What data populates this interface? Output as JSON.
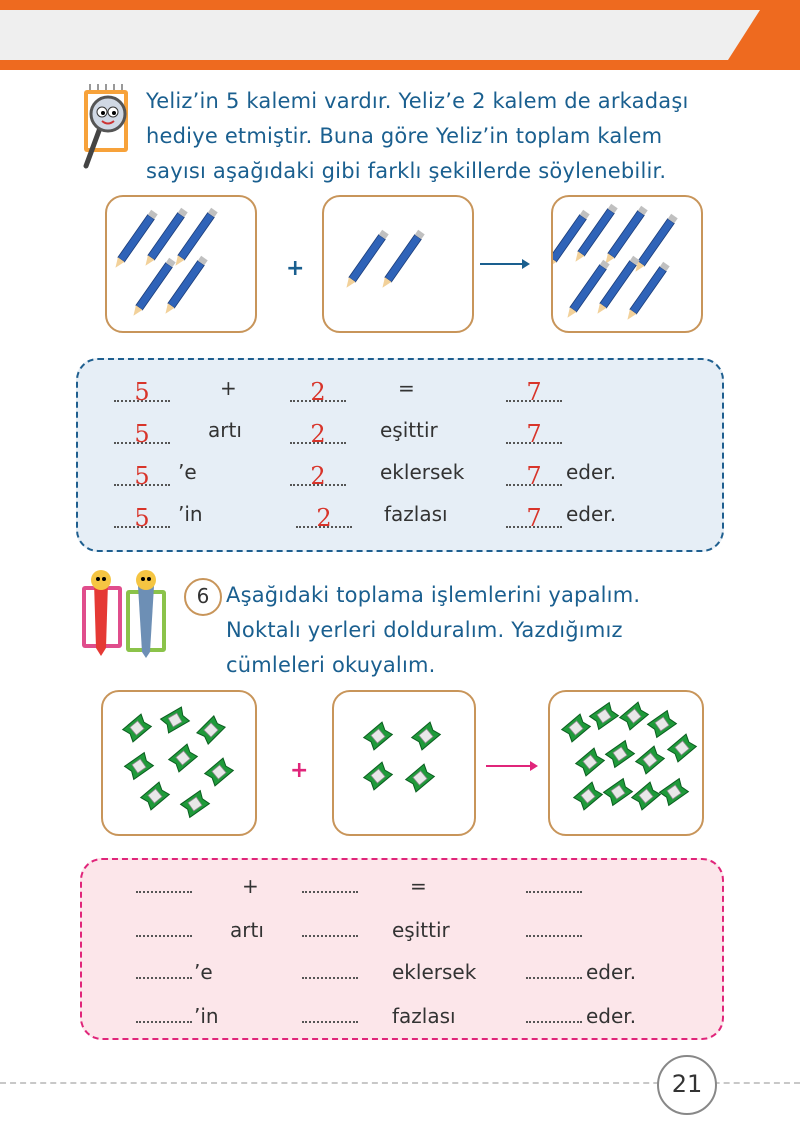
{
  "intro": {
    "lines": [
      "Yeliz’in 5 kalemi vardır. Yeliz’e 2 kalem de arkadaşı",
      "hediye etmiştir. Buna göre Yeliz’in toplam kalem",
      "sayısı aşağıdaki gibi farklı şekillerde söylenebilir."
    ]
  },
  "example": {
    "plus": "+",
    "pencil_counts": {
      "first": 5,
      "second": 2,
      "result": 7
    },
    "rows": [
      {
        "a": "5",
        "op": "+",
        "b": "2",
        "mid": "=",
        "c": "7",
        "end": ""
      },
      {
        "a": "5",
        "op": "artı",
        "b": "2",
        "mid": "eşittir",
        "c": "7",
        "end": ""
      },
      {
        "a": "5",
        "op": "’e",
        "b": "2",
        "mid": "eklersek",
        "c": "7",
        "end": "eder."
      },
      {
        "a": "5",
        "op": "’in",
        "b": "2",
        "mid": "fazlası",
        "c": "7",
        "end": "eder."
      }
    ],
    "panel_bg": "#e6eef6",
    "panel_border": "#1f5f8f",
    "answer_color": "#d8342a"
  },
  "question": {
    "number": "6",
    "lines": [
      "Aşağıdaki toplama işlemlerini yapalım.",
      "Noktalı yerleri dolduralım. Yazdığımız",
      "cümleleri okuyalım."
    ]
  },
  "exercise": {
    "plus": "+",
    "sharpener_counts": {
      "first": 8,
      "second": 4,
      "result": 12
    },
    "rows": [
      {
        "op": "+",
        "mid": "=",
        "end": ""
      },
      {
        "op": "artı",
        "mid": "eşittir",
        "end": ""
      },
      {
        "op": "’e",
        "mid": "eklersek",
        "end": "eder."
      },
      {
        "op": "’in",
        "mid": "fazlası",
        "end": "eder."
      }
    ],
    "panel_bg": "#fce6ea",
    "panel_border": "#e0257a"
  },
  "page_number": "21",
  "colors": {
    "header_orange": "#ee6a1f",
    "header_gray": "#efefef",
    "box_border": "#c8955a"
  },
  "icons": [
    "magnifier-mascot-icon",
    "pencil-mascot-icon",
    "pen-mascot-icon",
    "pencil-icon",
    "sharpener-icon",
    "arrow-right-icon"
  ]
}
